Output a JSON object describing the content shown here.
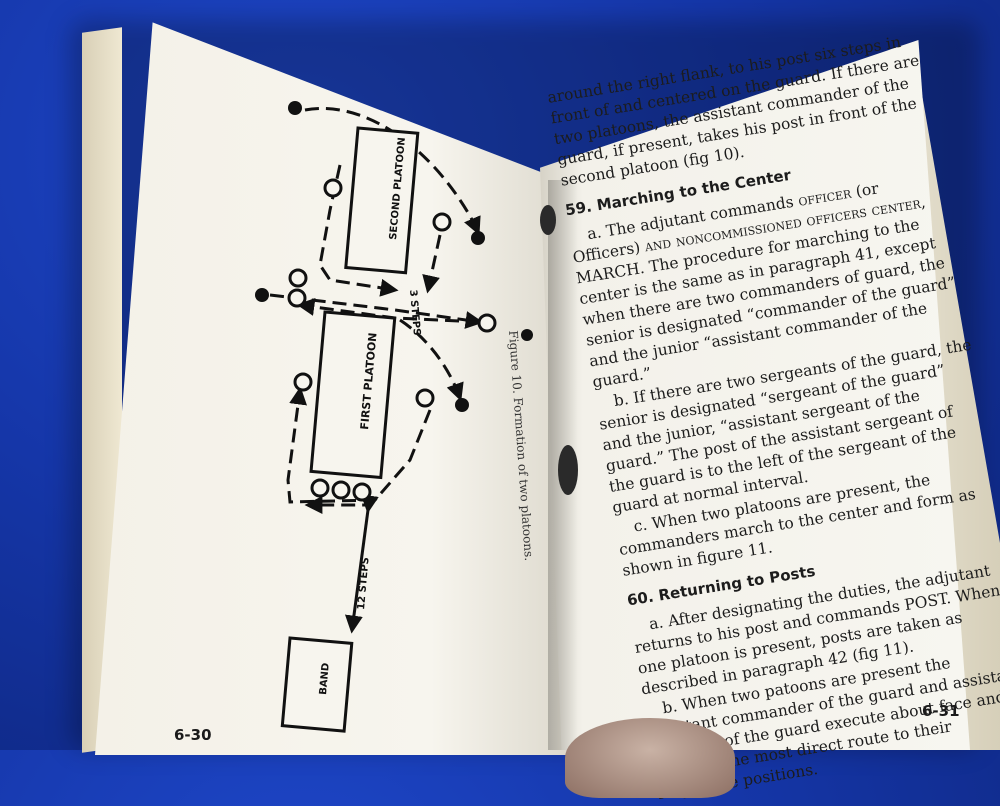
{
  "left_page": {
    "page_number": "6-30",
    "labels": {
      "second_platoon": "SECOND PLATOON",
      "first_platoon": "FIRST PLATOON",
      "band": "BAND",
      "three_steps": "3 STEPS",
      "twelve_steps": "12 STEPS"
    },
    "figure_caption": "Figure 10.  Formation of two platoons."
  },
  "right_page": {
    "page_number": "6-31",
    "intro": "around the right flank, to his post six steps in front of and centered on the guard. If there are two platoons, the assistant commander of the guard, if present, takes his post in front of the second platoon (fig 10).",
    "section_59": {
      "number": "59.",
      "title": "Marching to the Center",
      "a_prefix": "a. The adjutant commands ",
      "a_cmd1": "officer",
      "a_mid": " (or Officers) ",
      "a_cmd2": "and noncommissioned officers center",
      "a_rest": ", MARCH. The procedure for marching to the center is the same as in paragraph 41, except when there are two commanders of guard, the senior is designated “commander of the guard” and the junior “assistant commander of the guard.”",
      "b": "b. If there are two sergeants of the guard, the senior is designated “sergeant of the guard” and the junior, “assistant sergeant of the guard.” The post of the assistant sergeant of the guard is to the left of the sergeant of the guard at normal interval.",
      "c": "c. When two platoons are present, the commanders march to the center and form as shown in figure 11."
    },
    "section_60": {
      "number": "60.",
      "title": "Returning to Posts",
      "a": "a. After designating the duties, the adjutant returns to his post and commands POST. When one platoon is present, posts are taken as described in paragraph 42 (fig 11).",
      "b": "b. When two patoons are present the assistant commander of the guard and assistant sergeant of the guard execute about face and move by the most direct route to their respective positions."
    }
  }
}
